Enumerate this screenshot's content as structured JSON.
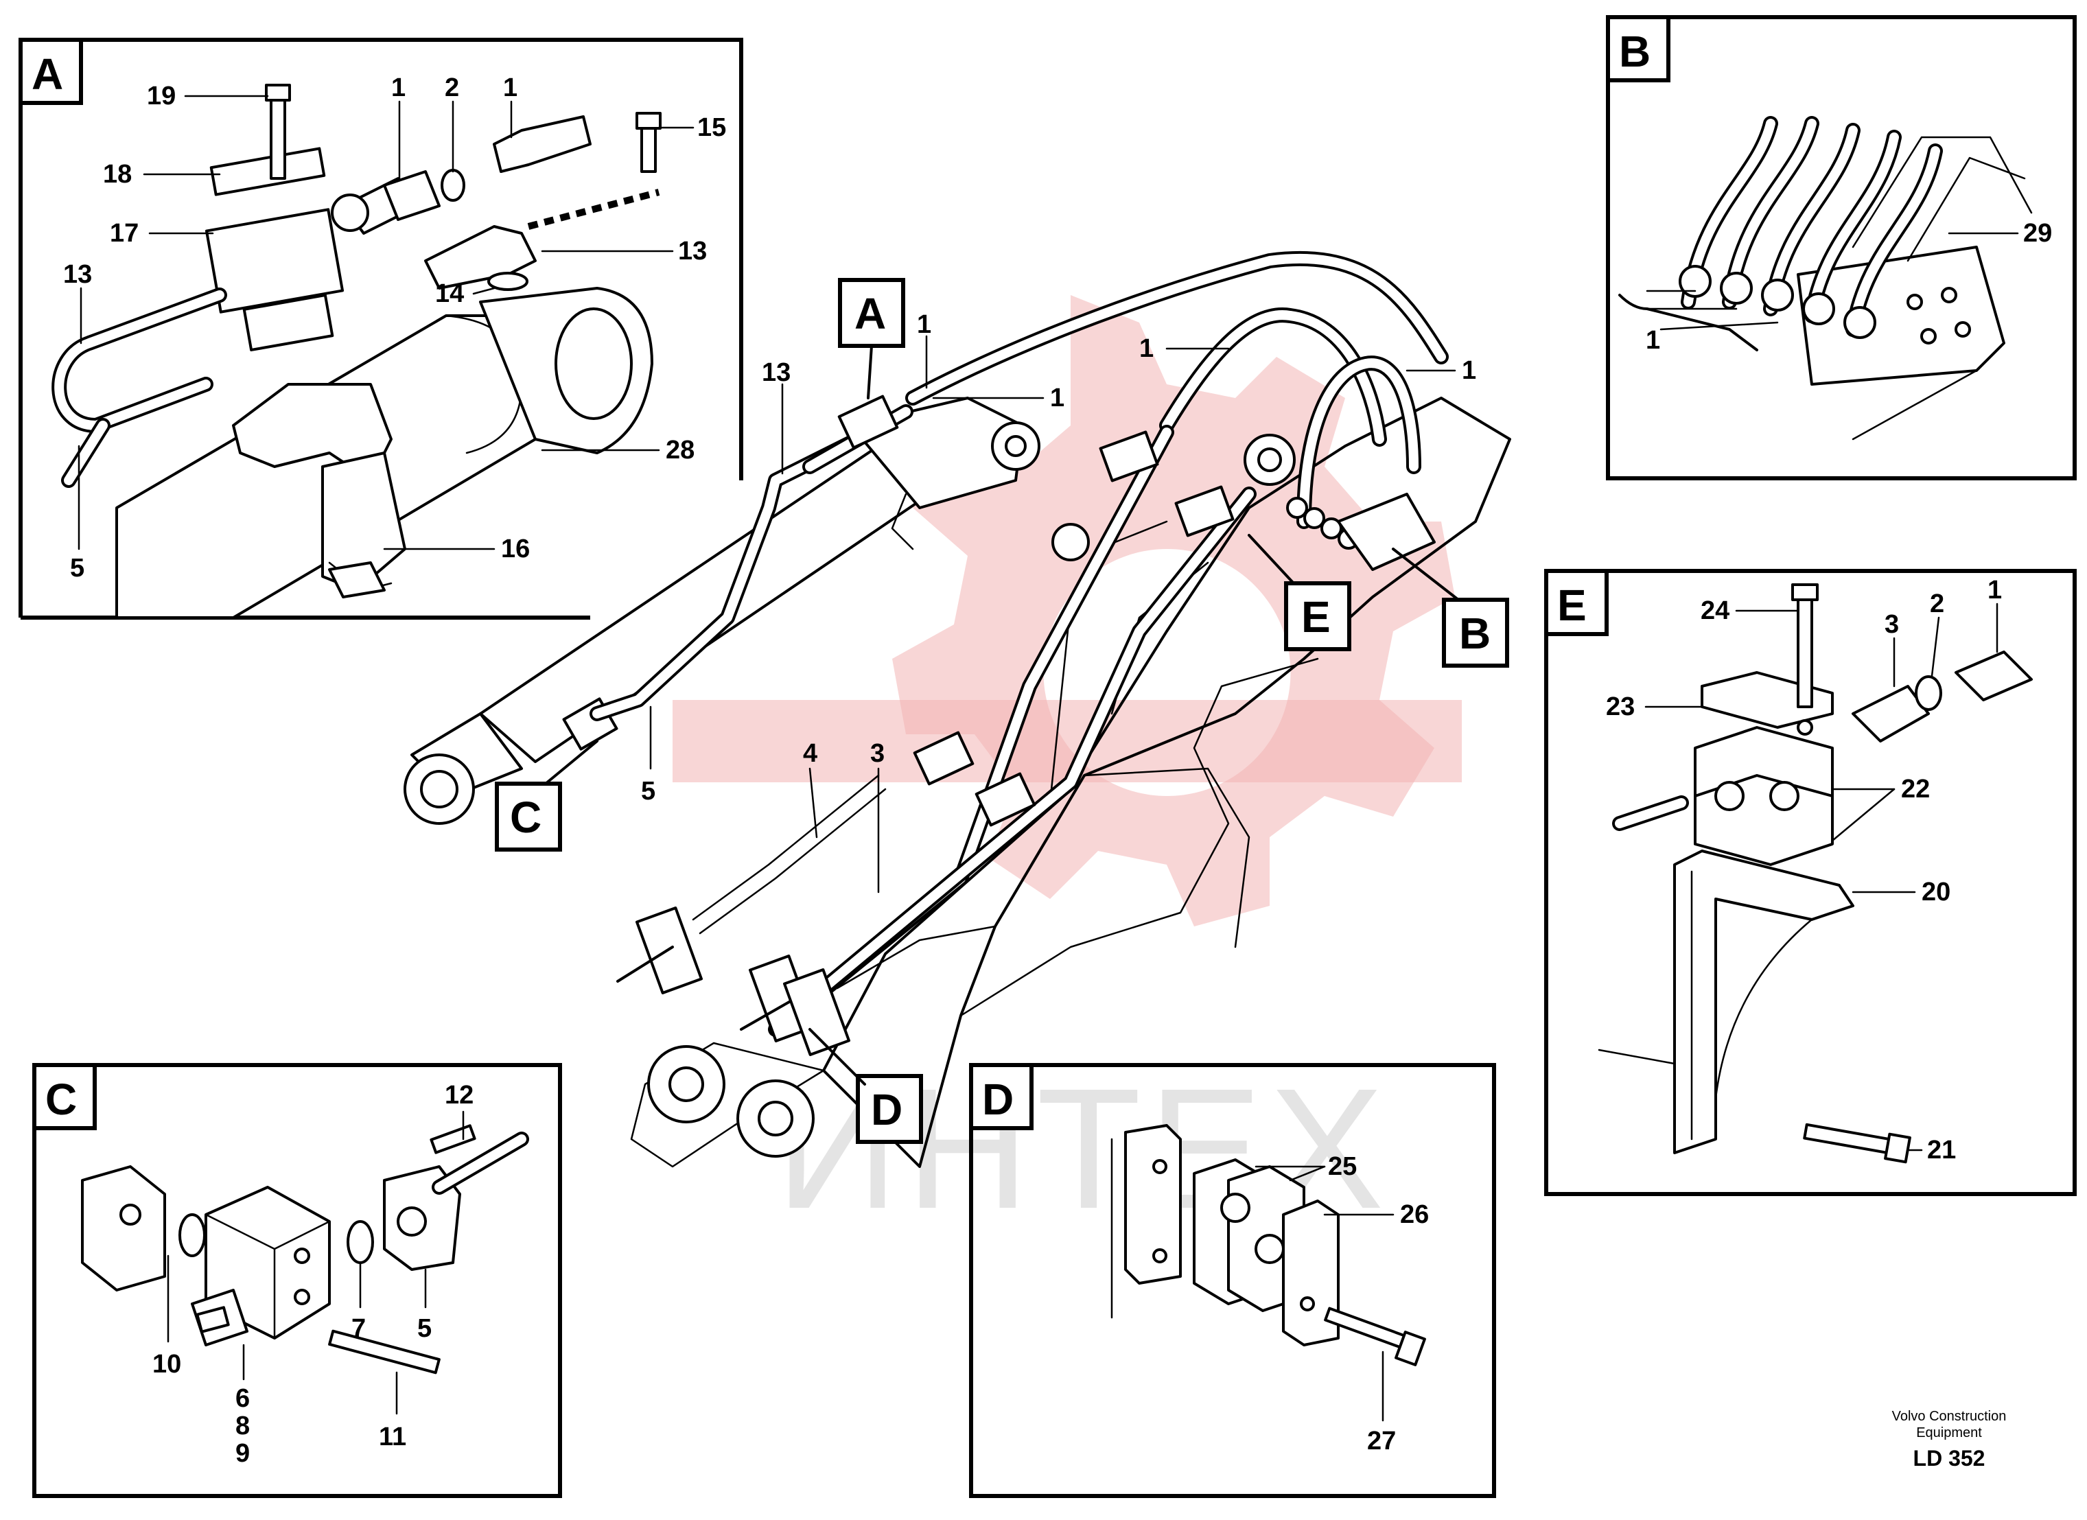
{
  "figure": {
    "manufacturer_line1": "Volvo Construction",
    "manufacturer_line2": "Equipment",
    "drawing_code": "LD 352",
    "watermark_text": "ИНТЕХ",
    "watermark_color": "#f3b5b5"
  },
  "callouts": {
    "A": "A",
    "B": "B",
    "C": "C",
    "D": "D",
    "E": "E"
  },
  "main_labels": {
    "l13": "13",
    "l1a": "1",
    "l1b": "1",
    "l1c": "1",
    "l1d": "1",
    "l4": "4",
    "l3": "3",
    "l5": "5"
  },
  "detail_a": {
    "title": "A",
    "labels": {
      "l19": "19",
      "l1a": "1",
      "l2": "2",
      "l1b": "1",
      "l15": "15",
      "l18": "18",
      "l17": "17",
      "l13a": "13",
      "l13b": "13",
      "l14": "14",
      "l28": "28",
      "l5": "5",
      "l16": "16"
    }
  },
  "detail_b": {
    "title": "B",
    "labels": {
      "l29": "29",
      "l1": "1"
    }
  },
  "detail_c": {
    "title": "C",
    "labels": {
      "l12": "12",
      "l10": "10",
      "l7": "7",
      "l5": "5",
      "l6": "6",
      "l8": "8",
      "l9": "9",
      "l11": "11"
    }
  },
  "detail_d": {
    "title": "D",
    "labels": {
      "l25": "25",
      "l26": "26",
      "l27": "27"
    }
  },
  "detail_e": {
    "title": "E",
    "labels": {
      "l24": "24",
      "l3": "3",
      "l2": "2",
      "l1": "1",
      "l23": "23",
      "l22": "22",
      "l20": "20",
      "l21": "21"
    }
  }
}
